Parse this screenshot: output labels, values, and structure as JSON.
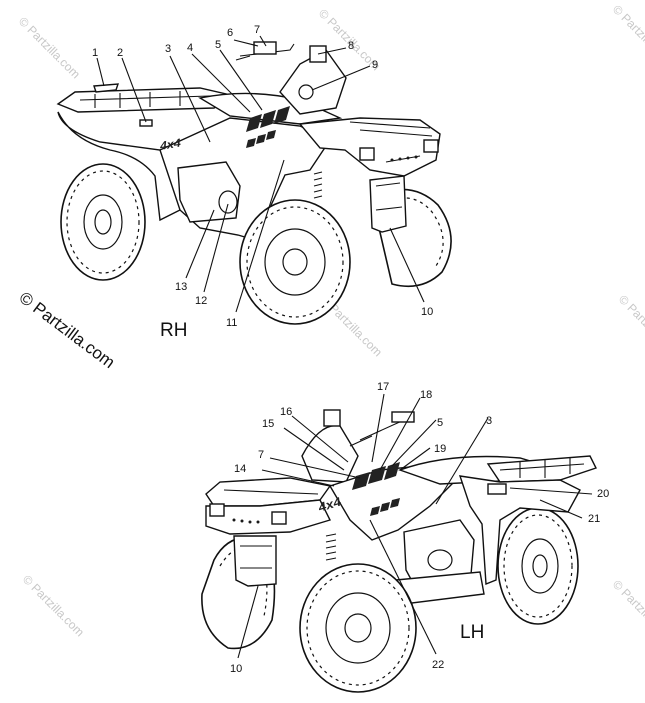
{
  "watermark": "© Partzilla.com",
  "copyright_text": "© Partzilla.com",
  "views": {
    "rh": {
      "label": "RH"
    },
    "lh": {
      "label": "LH"
    }
  },
  "callouts": {
    "rh": [
      "1",
      "2",
      "3",
      "4",
      "5",
      "6",
      "7",
      "8",
      "9",
      "10",
      "11",
      "12",
      "13"
    ],
    "lh": [
      "17",
      "18",
      "16",
      "15",
      "5",
      "3",
      "19",
      "7",
      "14",
      "20",
      "21",
      "10",
      "22"
    ]
  }
}
